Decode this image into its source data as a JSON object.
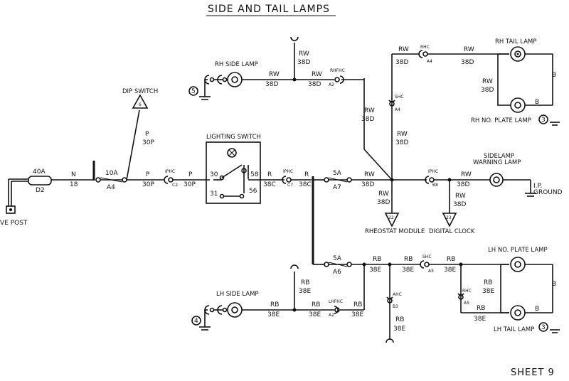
{
  "title": "SIDE AND TAIL LAMPS",
  "sheet": "SHEET 9",
  "battery_post": "VE POST",
  "fuse_main": {
    "rating": "40A",
    "id": "D2"
  },
  "wire_n18": {
    "color": "N",
    "gauge": "18"
  },
  "fuse_10a": {
    "rating": "10A",
    "id": "A4"
  },
  "dip_switch": {
    "label": "DIP SWITCH",
    "ref": "6"
  },
  "wire_p30p_up": {
    "color": "P",
    "gauge": "30P"
  },
  "wire_p30p_a": {
    "color": "P",
    "gauge": "30P"
  },
  "conn_iphc1": {
    "name": "IPHC",
    "id": "C2"
  },
  "wire_p30p_b": {
    "color": "P",
    "gauge": "30P"
  },
  "lighting_switch": {
    "label": "LIGHTING SWITCH",
    "t30": "30",
    "t31": "31",
    "t58": "58",
    "t56": "56"
  },
  "wire_r38c_a": {
    "color": "R",
    "gauge": "38C"
  },
  "conn_iphc2": {
    "name": "IPHC",
    "id": "C7"
  },
  "wire_r38c_b": {
    "color": "R",
    "gauge": "38C"
  },
  "fuse_5a_top": {
    "rating": "5A",
    "id": "A7"
  },
  "fuse_5a_bot": {
    "rating": "5A",
    "id": "A6"
  },
  "rh_side_lamp": {
    "label": "RH SIDE LAMP",
    "ref": "5"
  },
  "wire_rw38d_rhs": {
    "color": "RW",
    "gauge": "38D"
  },
  "wire_rw38d_rhs2": {
    "color": "RW",
    "gauge": "38D"
  },
  "wire_rw38d_up": {
    "color": "RW",
    "gauge": "38D"
  },
  "conn_rhfhc": {
    "name": "RHFHC",
    "id": "A2"
  },
  "wire_rw38d_diag": {
    "color": "RW",
    "gauge": "38D"
  },
  "wire_rw38d_top": {
    "color": "RW",
    "gauge": "38D"
  },
  "conn_rhc": {
    "name": "RHC",
    "id": "A4"
  },
  "wire_rw38d_top2": {
    "color": "RW",
    "gauge": "38D"
  },
  "rh_tail_lamp": {
    "label": "RH TAIL LAMP"
  },
  "wire_rw38d_tail": {
    "color": "RW",
    "gauge": "38D"
  },
  "wire_b_rh": {
    "color": "B"
  },
  "wire_b_rh2": {
    "color": "B"
  },
  "rh_plate_lamp": {
    "label": "RH NO. PLATE LAMP",
    "ref": "3"
  },
  "conn_shc_top": {
    "name": "SHC",
    "id": "A4"
  },
  "wire_rw38d_vert": {
    "color": "RW",
    "gauge": "38D"
  },
  "wire_rw38d_mid": {
    "color": "RW",
    "gauge": "38D"
  },
  "wire_rw38d_rheo": {
    "color": "RW",
    "gauge": "38D"
  },
  "rheostat": {
    "label": "RHEOSTAT MODULE",
    "ref": "22"
  },
  "conn_iphc3": {
    "name": "IPHC",
    "id": "B8"
  },
  "wire_rw38d_clock": {
    "color": "RW",
    "gauge": "38D"
  },
  "digital_clock": {
    "label": "DIGITAL CLOCK",
    "ref": "23"
  },
  "wire_rw38d_warn": {
    "color": "RW",
    "gauge": "38D"
  },
  "warning_lamp": {
    "label1": "SIDELAMP",
    "label2": "WARNING LAMP"
  },
  "ip_ground": {
    "label1": "I.P.",
    "label2": "GROUND"
  },
  "wire_rb38e_a": {
    "color": "RB",
    "gauge": "38E"
  },
  "wire_rb38e_b": {
    "color": "RB",
    "gauge": "38E"
  },
  "conn_shc_bot": {
    "name": "SHC",
    "id": "A5"
  },
  "wire_rb38e_c": {
    "color": "RB",
    "gauge": "38E"
  },
  "lh_plate_lamp": {
    "label": "LH NO. PLATE LAMP"
  },
  "wire_rb38e_tail": {
    "color": "RB",
    "gauge": "38E"
  },
  "conn_rhc_bot": {
    "name": "RHC",
    "id": "A5"
  },
  "wire_rb38e_tail2": {
    "color": "RB",
    "gauge": "38E"
  },
  "wire_b_lh": {
    "color": "B"
  },
  "wire_b_lh2": {
    "color": "B"
  },
  "lh_tail_lamp": {
    "label": "LH TAIL LAMP",
    "ref": "3"
  },
  "conn_ahc": {
    "name": "AHC",
    "id": "B3"
  },
  "wire_rb38e_down": {
    "color": "RB",
    "gauge": "38E"
  },
  "wire_rb38e_up": {
    "color": "RB",
    "gauge": "38E"
  },
  "lh_side_lamp": {
    "label": "LH SIDE LAMP",
    "ref": "4"
  },
  "wire_rb38e_lhs": {
    "color": "RB",
    "gauge": "38E"
  },
  "wire_rb38e_lhs2": {
    "color": "RB",
    "gauge": "38E"
  },
  "conn_lhfhc": {
    "name": "LHFHC",
    "id": "A2"
  },
  "wire_rb38e_lhs3": {
    "color": "RB",
    "gauge": "38E"
  }
}
